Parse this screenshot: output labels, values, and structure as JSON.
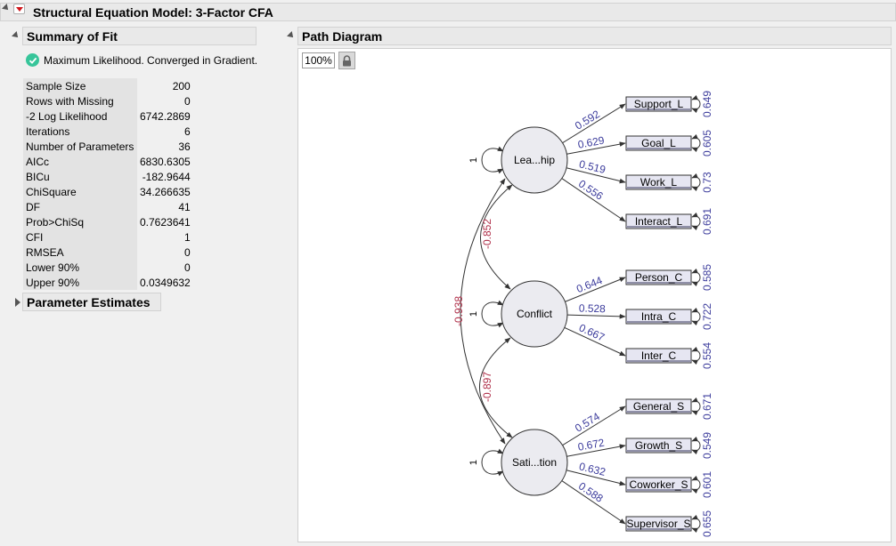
{
  "window": {
    "title": "Structural Equation Model: 3-Factor CFA"
  },
  "summary_of_fit": {
    "title": "Summary of Fit",
    "status": "Maximum Likelihood. Converged in Gradient.",
    "rows": [
      {
        "label": "Sample Size",
        "value": "200"
      },
      {
        "label": "Rows with Missing",
        "value": "0"
      },
      {
        "label": "-2 Log Likelihood",
        "value": "6742.2869"
      },
      {
        "label": "Iterations",
        "value": "6"
      },
      {
        "label": "Number of Parameters",
        "value": "36"
      },
      {
        "label": "AICc",
        "value": "6830.6305"
      },
      {
        "label": "BICu",
        "value": "-182.9644"
      },
      {
        "label": "ChiSquare",
        "value": "34.266635"
      },
      {
        "label": "DF",
        "value": "41"
      },
      {
        "label": "Prob>ChiSq",
        "value": "0.7623641"
      },
      {
        "label": "CFI",
        "value": "1"
      },
      {
        "label": "RMSEA",
        "value": "0"
      },
      {
        "label": "Lower 90%",
        "value": "0"
      },
      {
        "label": "Upper 90%",
        "value": "0.0349632"
      }
    ]
  },
  "parameter_estimates": {
    "title": "Parameter Estimates"
  },
  "path_diagram": {
    "title": "Path Diagram",
    "zoom": "100%",
    "colors": {
      "loading": "#3c3c9c",
      "covariance": "#b0304a",
      "node_fill": "#ebebf0",
      "box_fill": "#e6e6f2"
    },
    "factors": [
      {
        "id": "lea",
        "label": "Lea...hip",
        "variance": "1"
      },
      {
        "id": "con",
        "label": "Conflict",
        "variance": "1"
      },
      {
        "id": "sat",
        "label": "Sati...tion",
        "variance": "1"
      }
    ],
    "indicators": [
      {
        "label": "Support_L",
        "factor": "lea",
        "loading": "0.592",
        "residual": "0.649"
      },
      {
        "label": "Goal_L",
        "factor": "lea",
        "loading": "0.629",
        "residual": "0.605"
      },
      {
        "label": "Work_L",
        "factor": "lea",
        "loading": "0.519",
        "residual": "0.73"
      },
      {
        "label": "Interact_L",
        "factor": "lea",
        "loading": "0.556",
        "residual": "0.691"
      },
      {
        "label": "Person_C",
        "factor": "con",
        "loading": "0.644",
        "residual": "0.585"
      },
      {
        "label": "Intra_C",
        "factor": "con",
        "loading": "0.528",
        "residual": "0.722"
      },
      {
        "label": "Inter_C",
        "factor": "con",
        "loading": "0.667",
        "residual": "0.554"
      },
      {
        "label": "General_S",
        "factor": "sat",
        "loading": "0.574",
        "residual": "0.671"
      },
      {
        "label": "Growth_S",
        "factor": "sat",
        "loading": "0.672",
        "residual": "0.549"
      },
      {
        "label": "Coworker_S",
        "factor": "sat",
        "loading": "0.632",
        "residual": "0.601"
      },
      {
        "label": "Supervisor_S",
        "factor": "sat",
        "loading": "0.588",
        "residual": "0.655"
      }
    ],
    "covariances": [
      {
        "from": "lea",
        "to": "con",
        "value": "-0.852"
      },
      {
        "from": "con",
        "to": "sat",
        "value": "-0.897"
      },
      {
        "from": "lea",
        "to": "sat",
        "value": "-0.938"
      }
    ]
  }
}
